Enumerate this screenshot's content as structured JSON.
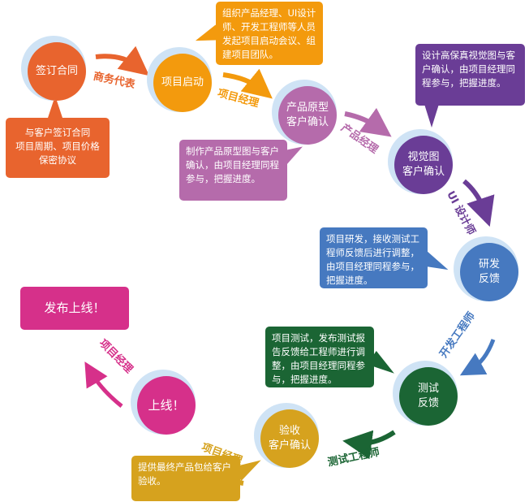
{
  "nodes": [
    {
      "label": "签订合同",
      "color": "#e8642e"
    },
    {
      "label": "项目启动",
      "color": "#f39a0d"
    },
    {
      "label": "产品原型\n客户确认",
      "color": "#b56bab"
    },
    {
      "label": "视觉图\n客户确认",
      "color": "#6a3d96"
    },
    {
      "label": "研发\n反馈",
      "color": "#4679c0"
    },
    {
      "label": "测试\n反馈",
      "color": "#1b6534"
    },
    {
      "label": "验收\n客户确认",
      "color": "#d6a21e"
    },
    {
      "label": "上线！",
      "color": "#d6308a"
    }
  ],
  "callouts": [
    "与客户签订合同\n项目周期、项目价格\n保密协议",
    "组织产品经理、UI设计师、开发工程师等人员发起项目启动会议、组建项目团队。",
    "制作产品原型图与客户确认，由项目经理同程参与，把握进度。",
    "设计高保真视觉图与客户确认，由项目经理同程参与，把握进度。",
    "项目研发，接收测试工程师反馈后进行调整，由项目经理同程参与，把握进度。",
    "项目测试，发布测试报告反馈给工程师进行调整，由项目经理同程参与，把握进度。",
    "提供最终产品包给客户验收。"
  ],
  "arrow_labels": [
    "商务代表",
    "项目经理",
    "产品经理",
    "UI 设计师",
    "开发工程师",
    "测试工程师",
    "项目经理",
    "项目经理"
  ],
  "final_box": "发布上线！"
}
